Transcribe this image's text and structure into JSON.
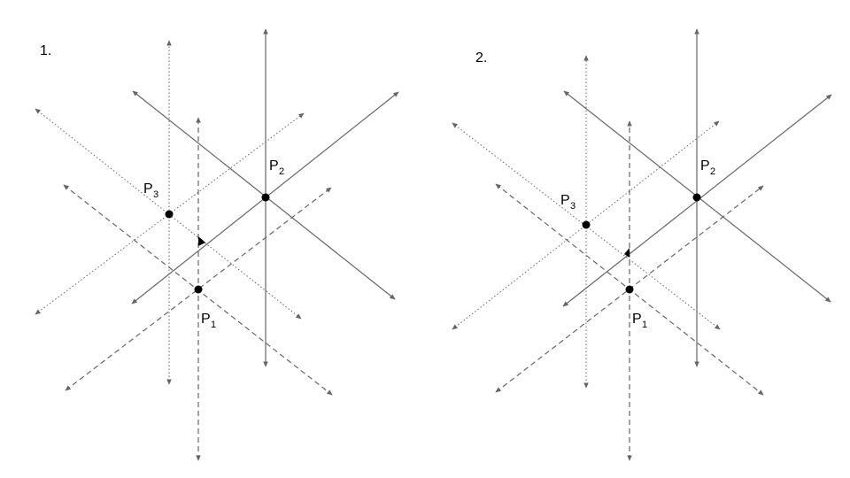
{
  "panels": [
    {
      "number": "1.",
      "points": [
        {
          "label": "P",
          "sub": "1"
        },
        {
          "label": "P",
          "sub": "2"
        },
        {
          "label": "P",
          "sub": "3"
        }
      ]
    },
    {
      "number": "2.",
      "points": [
        {
          "label": "P",
          "sub": "1"
        },
        {
          "label": "P",
          "sub": "2"
        },
        {
          "label": "P",
          "sub": "3"
        }
      ]
    }
  ],
  "colors": {
    "line": "#666666",
    "point": "#000000"
  }
}
